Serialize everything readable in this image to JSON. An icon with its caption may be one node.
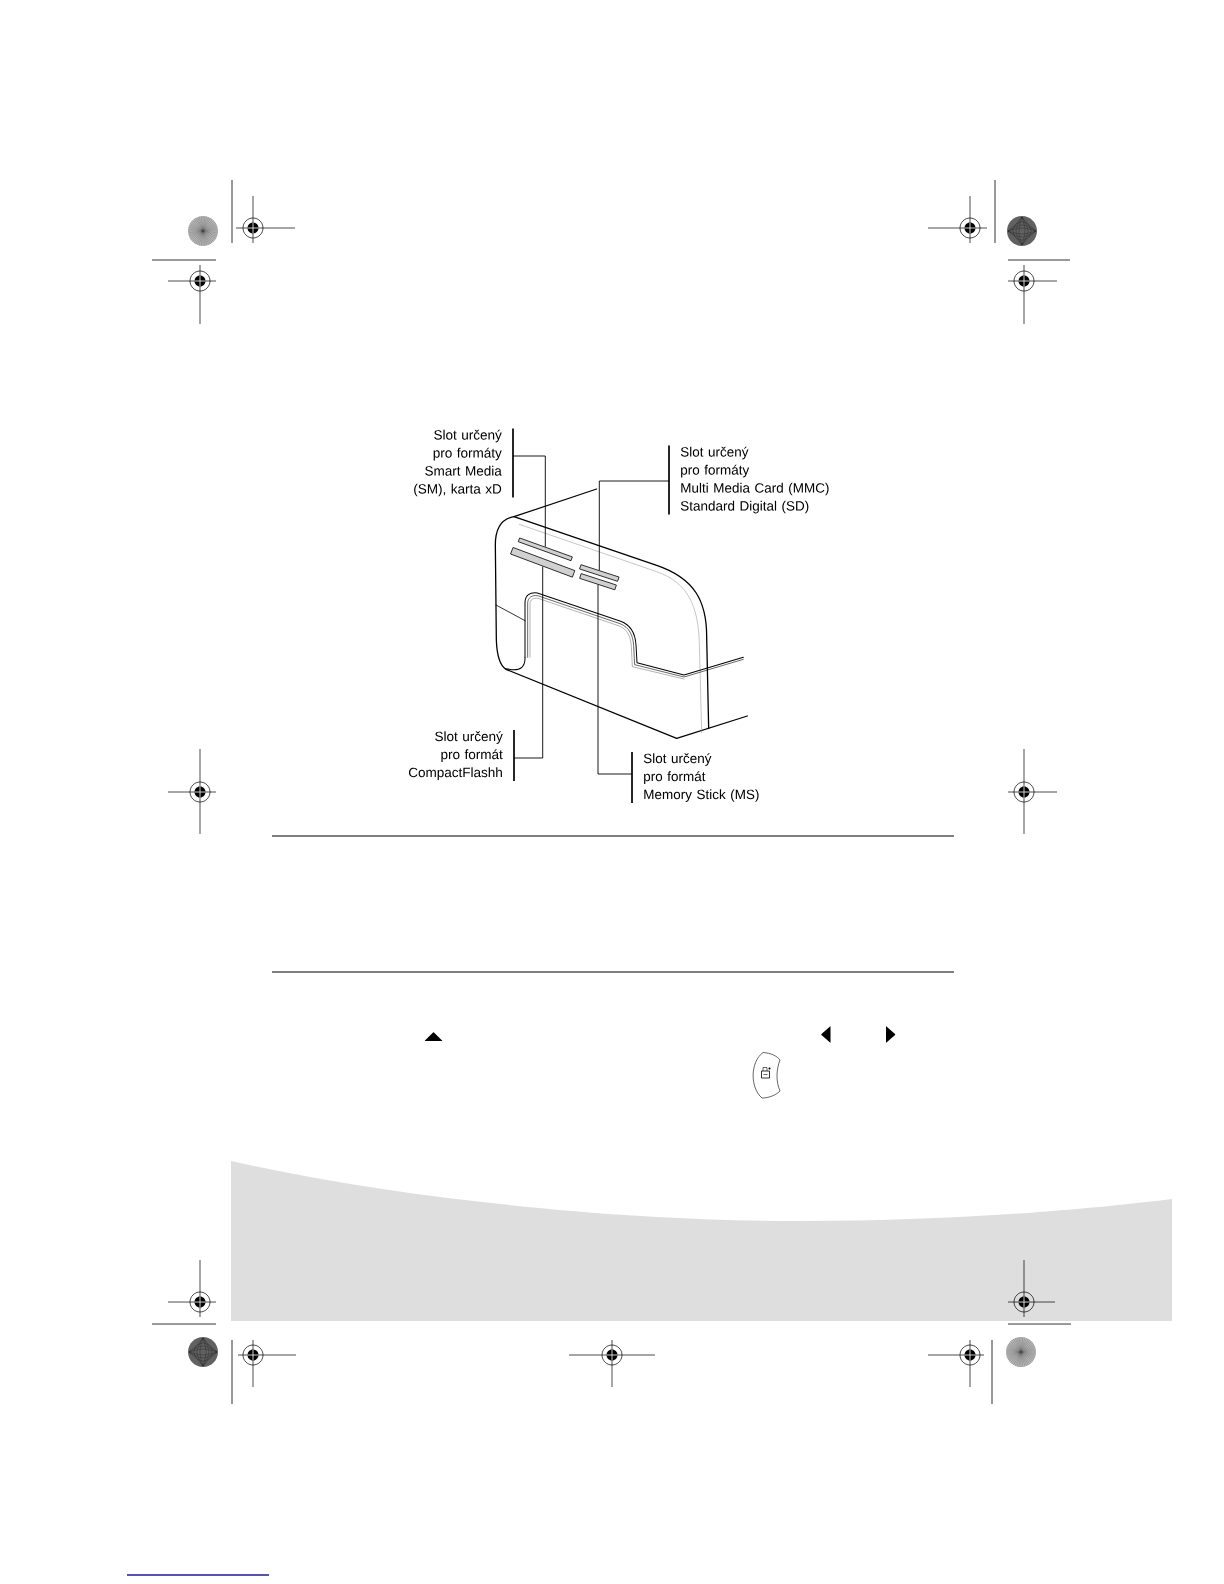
{
  "diagram": {
    "nodes": [
      {
        "text": [
          "Slot určený pro formáty Smart Media (SM), karta xD"
        ]
      },
      {
        "text": [
          "Slot určený pro formáty Multi Media Card (MMC) Standard Digital (SD)"
        ]
      },
      {
        "text": [
          "Slot určený pro formát CompactFlashh"
        ]
      },
      {
        "text": [
          "Slot určený pro formát Memory Stick (MS)"
        ]
      },
      {
        "text": [],
        "shape": "slot"
      },
      {
        "text": [],
        "shape": "slot"
      },
      {
        "text": [],
        "shape": "slot"
      },
      {
        "text": [],
        "shape": "slot"
      }
    ],
    "edges": [
      {
        "from": 0,
        "to": 4,
        "arrow": "none"
      },
      {
        "from": 1,
        "to": 6,
        "arrow": "none"
      },
      {
        "from": 2,
        "to": 5,
        "arrow": "none"
      },
      {
        "from": 3,
        "to": 7,
        "arrow": "none"
      }
    ]
  }
}
